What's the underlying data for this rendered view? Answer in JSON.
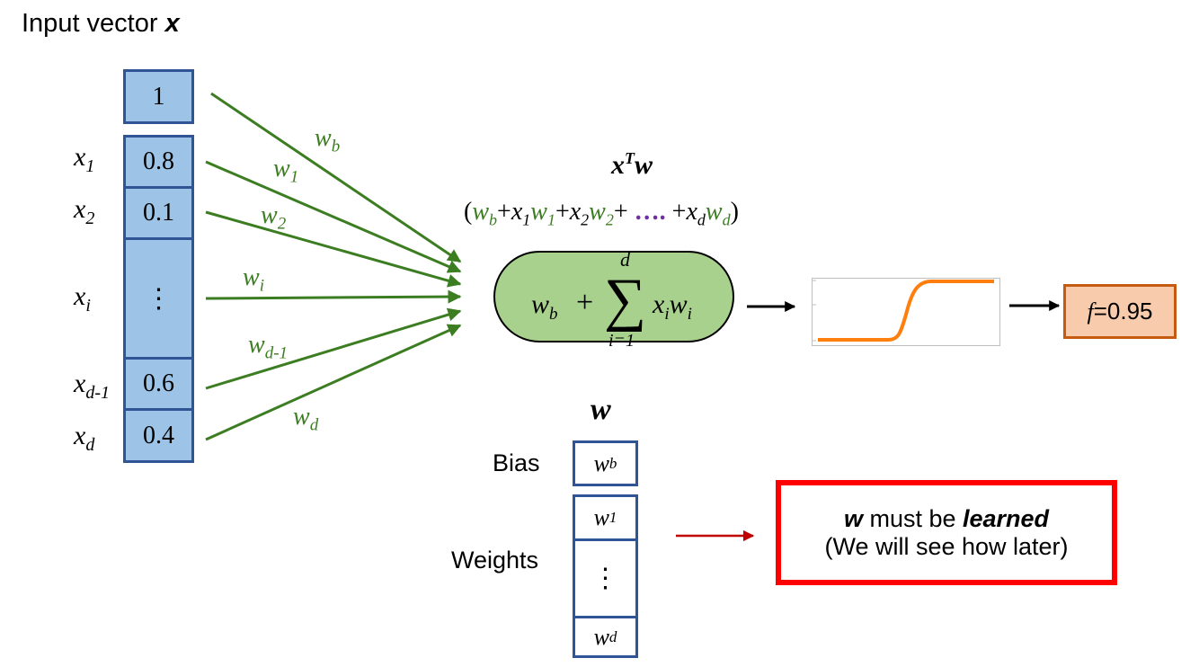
{
  "title": {
    "text": "Input vector",
    "var": "x"
  },
  "input_values": [
    "1",
    "0.8",
    "0.1",
    "⋮",
    "0.6",
    "0.4"
  ],
  "input_labels": [
    {
      "base": "x",
      "sub": "1"
    },
    {
      "base": "x",
      "sub": "2"
    },
    {
      "base": "x",
      "sub": "i"
    },
    {
      "base": "x",
      "sub": "d-1"
    },
    {
      "base": "x",
      "sub": "d"
    }
  ],
  "weight_labels": [
    {
      "base": "w",
      "sub": "b"
    },
    {
      "base": "w",
      "sub": "1"
    },
    {
      "base": "w",
      "sub": "2"
    },
    {
      "base": "w",
      "sub": "i"
    },
    {
      "base": "w",
      "sub": "d-1"
    },
    {
      "base": "w",
      "sub": "d"
    }
  ],
  "dot_product": {
    "left": "x",
    "sup": "T",
    "right": "w"
  },
  "expansion": {
    "open": "(",
    "wb": "w",
    "wb_sub": "b",
    "plus1": "+",
    "x1": "x",
    "x1_sub": "1",
    "w1": "w",
    "w1_sub": "1",
    "plus2": "+",
    "x2": "x",
    "x2_sub": "2",
    "w2": "w",
    "w2_sub": "2",
    "plus3": "+ ",
    "dots": "….",
    "plus4": " +",
    "xd": "x",
    "xd_sub": "d",
    "wd": "w",
    "wd_sub": "d",
    "close": ")"
  },
  "sum_formula": {
    "first": "w",
    "first_sub": "b",
    "plus": "+",
    "sigma": "∑",
    "upper": "d",
    "lower": "i=1",
    "term_x": "x",
    "term_x_sub": "i",
    "term_w": "w",
    "term_w_sub": "i"
  },
  "output": {
    "var": "f",
    "value": "=0.95"
  },
  "w_vector": {
    "title": "w",
    "cells": [
      {
        "base": "w",
        "sub": "b"
      },
      {
        "base": "w",
        "sub": "1"
      },
      {
        "base": "⋮",
        "sub": ""
      },
      {
        "base": "w",
        "sub": "d"
      }
    ],
    "bias_label": "Bias",
    "weights_label": "Weights"
  },
  "learn_box": {
    "bold": "w",
    "rest": " must be ",
    "emph": "learned",
    "line2": "(We will see how later)"
  },
  "colors": {
    "input_fill": "#9dc3e6",
    "input_border": "#2f5597",
    "arrow_green": "#3c7d22",
    "pill_fill": "#a9d18e",
    "sigmoid": "#ff7f0e",
    "output_fill": "#f8cbad",
    "output_border": "#c55a11",
    "learn_border": "#ff0000",
    "learn_arrow": "#c00000"
  }
}
